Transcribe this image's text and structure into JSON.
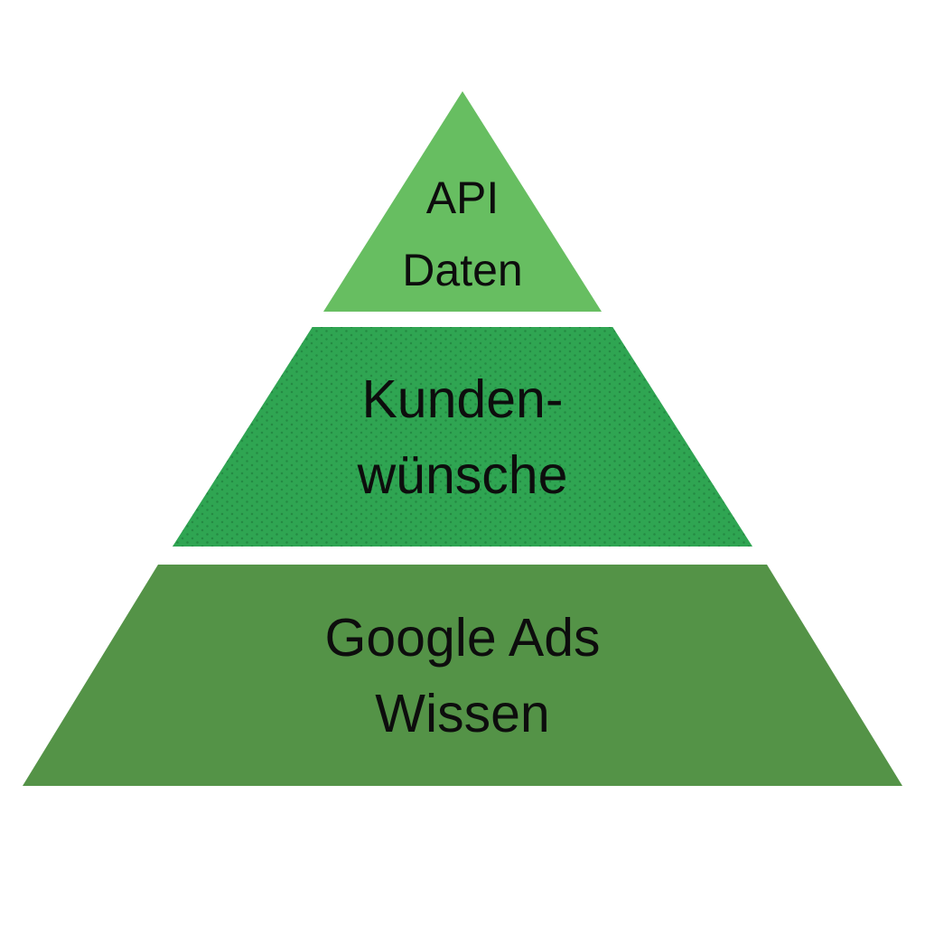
{
  "diagram": {
    "type": "pyramid",
    "background_color": "#ffffff",
    "text_color": "#0d0d0d",
    "tiers": [
      {
        "id": "api-daten",
        "position": "top",
        "color": "#67be61",
        "lines": [
          "API",
          "Daten"
        ]
      },
      {
        "id": "kundenwuensche",
        "position": "middle",
        "color": "#2fa552",
        "lines": [
          "Kunden-",
          "wünsche"
        ]
      },
      {
        "id": "google-ads-wissen",
        "position": "bottom",
        "color": "#549347",
        "lines": [
          "Google Ads",
          "Wissen"
        ]
      }
    ]
  }
}
